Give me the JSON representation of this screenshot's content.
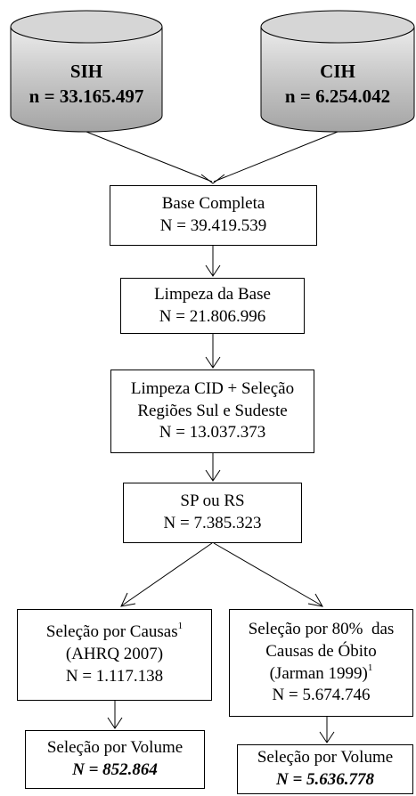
{
  "databases": [
    {
      "id": "sih",
      "name": "SIH",
      "count": "n = 33.165.497",
      "fill": "#c0c0c0"
    },
    {
      "id": "cih",
      "name": "CIH",
      "count": "n = 6.254.042",
      "fill": "#c0c0c0"
    }
  ],
  "steps": {
    "base_completa": {
      "line1": "Base Completa",
      "line2": "N = 39.419.539"
    },
    "limpeza_base": {
      "line1": "Limpeza da Base",
      "line2": "N = 21.806.996"
    },
    "limpeza_cid": {
      "line1": "Limpeza CID + Seleção",
      "line2": "Regiões Sul e Sudeste",
      "line3": "N = 13.037.373"
    },
    "sp_rs": {
      "line1": "SP ou RS",
      "line2": "N = 7.385.323"
    },
    "causas": {
      "line1": "Seleção por Causas",
      "sup": "1",
      "line2": "(AHRQ 2007)",
      "line3": "N = 1.117.138"
    },
    "obito": {
      "line1": "Seleção por 80%  das",
      "line2": "Causas de Óbito",
      "line3": "(Jarman 1999)",
      "sup": "1",
      "line4": "N = 5.674.746"
    },
    "volume_left": {
      "line1": "Seleção por Volume",
      "line2": "N = 852.864"
    },
    "volume_right": {
      "line1": "Seleção por Volume",
      "line2": "N = 5.636.778"
    }
  }
}
